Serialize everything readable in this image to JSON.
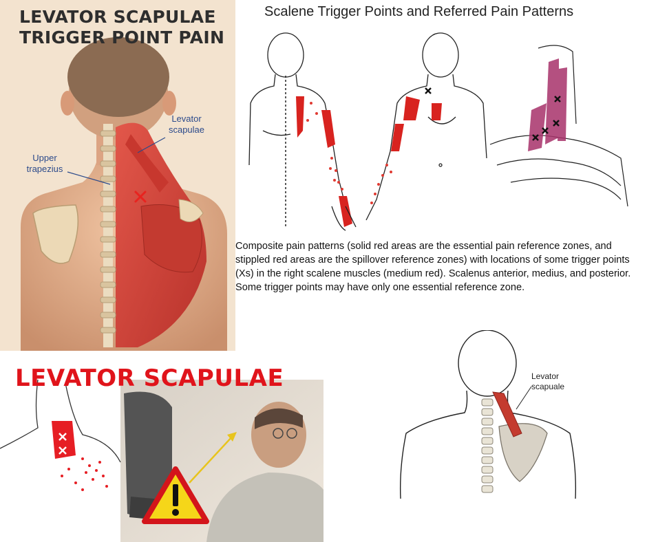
{
  "panel_top_left": {
    "title_line1": "LEVATOR SCAPULAE",
    "title_line2": "TRIGGER POINT PAIN",
    "label_levator": "Levator scapulae",
    "label_trapezius": "Upper trapezius"
  },
  "panel_top_right": {
    "title": "Scalene Trigger Points and Referred Pain Patterns",
    "caption": "Composite pain patterns (solid red areas are the essential pain reference zones, and stippled red areas are the spillover reference zones) with locations of some trigger points (Xs) in the right scalene muscles (medium red).  Scalenus anterior, medius, and posterior.  Some trigger points may have only one essential reference zone."
  },
  "panel_bottom_left": {
    "title": "LEVATOR SCAPULAE"
  },
  "panel_bottom_right": {
    "label": "Levator scapuale"
  },
  "colors": {
    "red_title": "#e0141b",
    "muscle_red": "#d8463a",
    "label_blue": "#2b4a8b",
    "skin": "#e8b896"
  },
  "icons": [
    "trigger-point-x-icon",
    "warning-triangle-icon"
  ]
}
